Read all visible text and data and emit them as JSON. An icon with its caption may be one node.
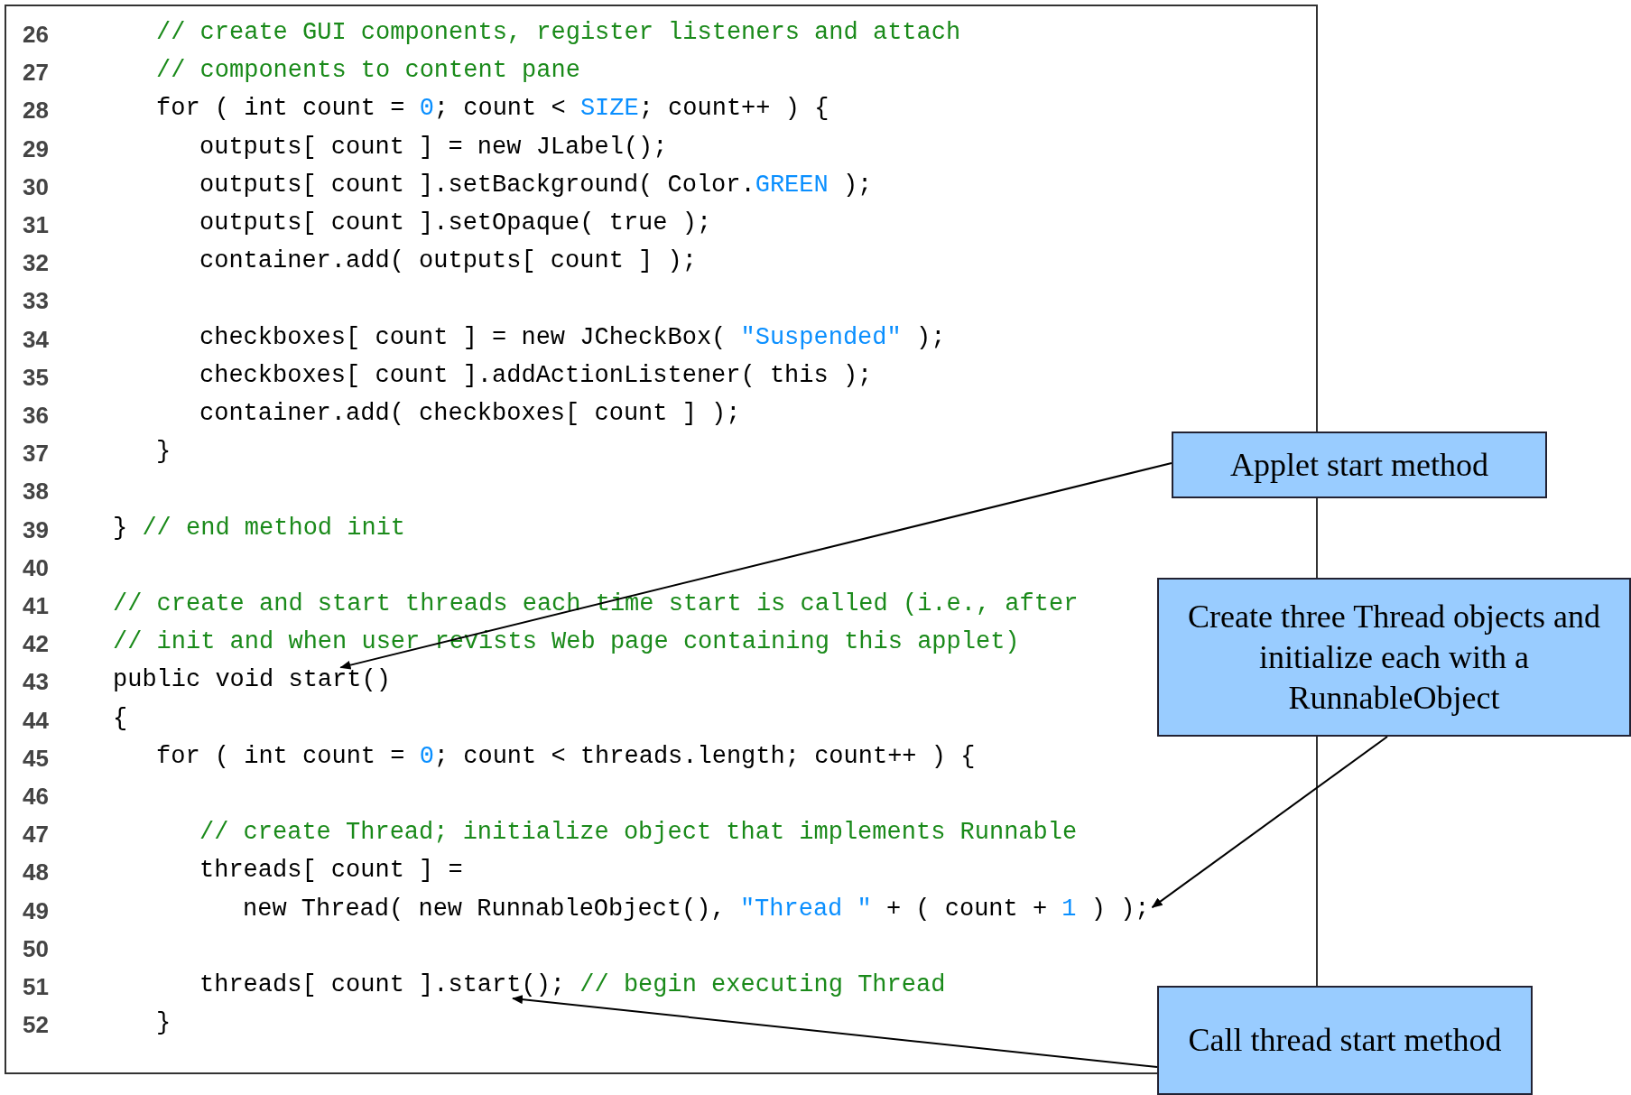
{
  "diagram": {
    "nodes": [
      {
        "text": [
          "Applet start method"
        ]
      },
      {
        "text": [
          "Create three Thread objects and initialize each with a RunnableObject"
        ]
      },
      {
        "text": [
          "Call thread start method"
        ]
      },
      {
        "text": [
          "public void start()"
        ]
      },
      {
        "text": [
          "new Thread( new RunnableObject(), \"Thread \" + ( count + 1 ) );"
        ]
      },
      {
        "text": [
          "threads[ count ].start(); // begin executing Thread"
        ]
      }
    ],
    "edges": [
      {
        "from": 0,
        "to": 3,
        "arrow": "to"
      },
      {
        "from": 1,
        "to": 4,
        "arrow": "to"
      },
      {
        "from": 2,
        "to": 5,
        "arrow": "to"
      }
    ],
    "labels": [
      "26",
      "// create GUI components, register listeners and attach",
      "27",
      "// components to content pane",
      "28",
      "for ( int count = 0; count < SIZE; count++ ) {",
      "29",
      "outputs[ count ] = new JLabel();",
      "30",
      "outputs[ count ].setBackground( Color.GREEN );",
      "31",
      "outputs[ count ].setOpaque( true );",
      "32",
      "container.add( outputs[ count ] );",
      "33",
      "34",
      "checkboxes[ count ] = new JCheckBox( \"Suspended\" );",
      "35",
      "checkboxes[ count ].addActionListener( this );",
      "36",
      "container.add( checkboxes[ count ] );",
      "37",
      "}",
      "38",
      "39",
      "} // end method init",
      "40",
      "41",
      "// create and start threads each time start is called (i.e., after",
      "42",
      "// init and when user revists Web page containing this applet)",
      "43",
      "44",
      "{",
      "45",
      "for ( int count = 0; count < threads.length; count++ ) {",
      "46",
      "47",
      "// create Thread; initialize object that implements Runnable",
      "48",
      "threads[ count ] =",
      "49",
      "50",
      "51",
      "52",
      "}"
    ]
  }
}
